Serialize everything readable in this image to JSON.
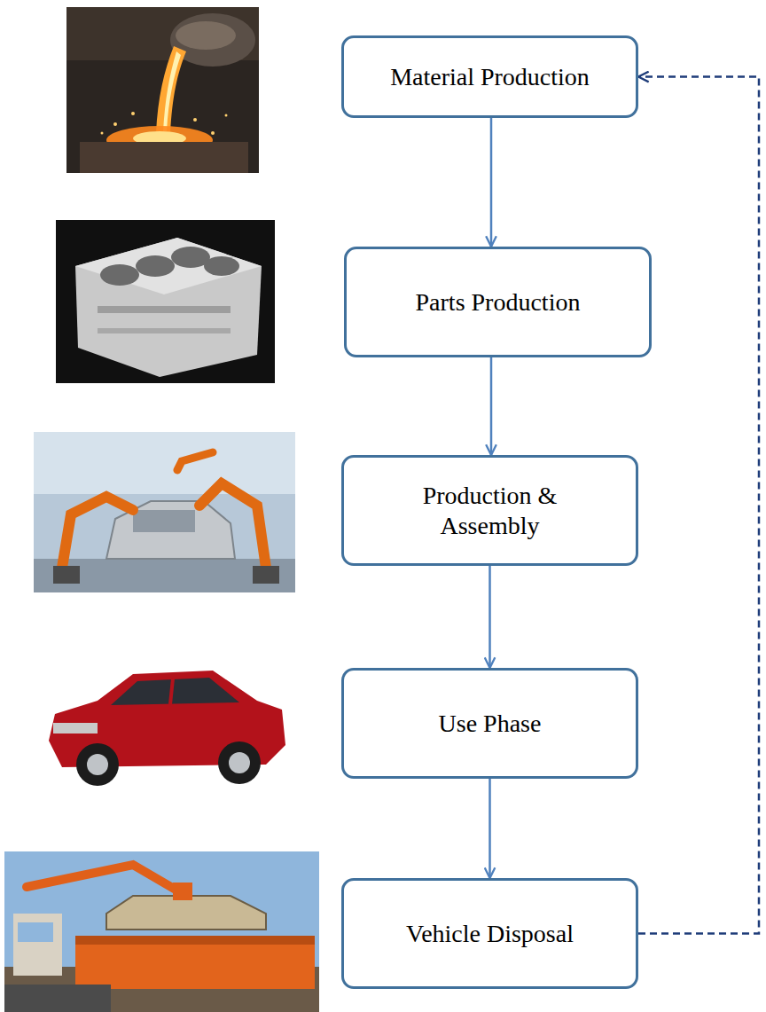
{
  "diagram": {
    "nodes": [
      {
        "text": [
          "Material Production"
        ]
      },
      {
        "text": [
          "Parts Production"
        ]
      },
      {
        "text": [
          "Production & Assembly"
        ]
      },
      {
        "text": [
          "Use Phase"
        ]
      },
      {
        "text": [
          "Vehicle Disposal"
        ]
      }
    ],
    "edges": [
      {
        "from": 0,
        "to": 1,
        "arrow": "to"
      },
      {
        "from": 1,
        "to": 2,
        "arrow": "to"
      },
      {
        "from": 2,
        "to": 3,
        "arrow": "to"
      },
      {
        "from": 3,
        "to": 4,
        "arrow": "to"
      },
      {
        "from": 4,
        "to": 0,
        "arrow": "to"
      }
    ]
  }
}
